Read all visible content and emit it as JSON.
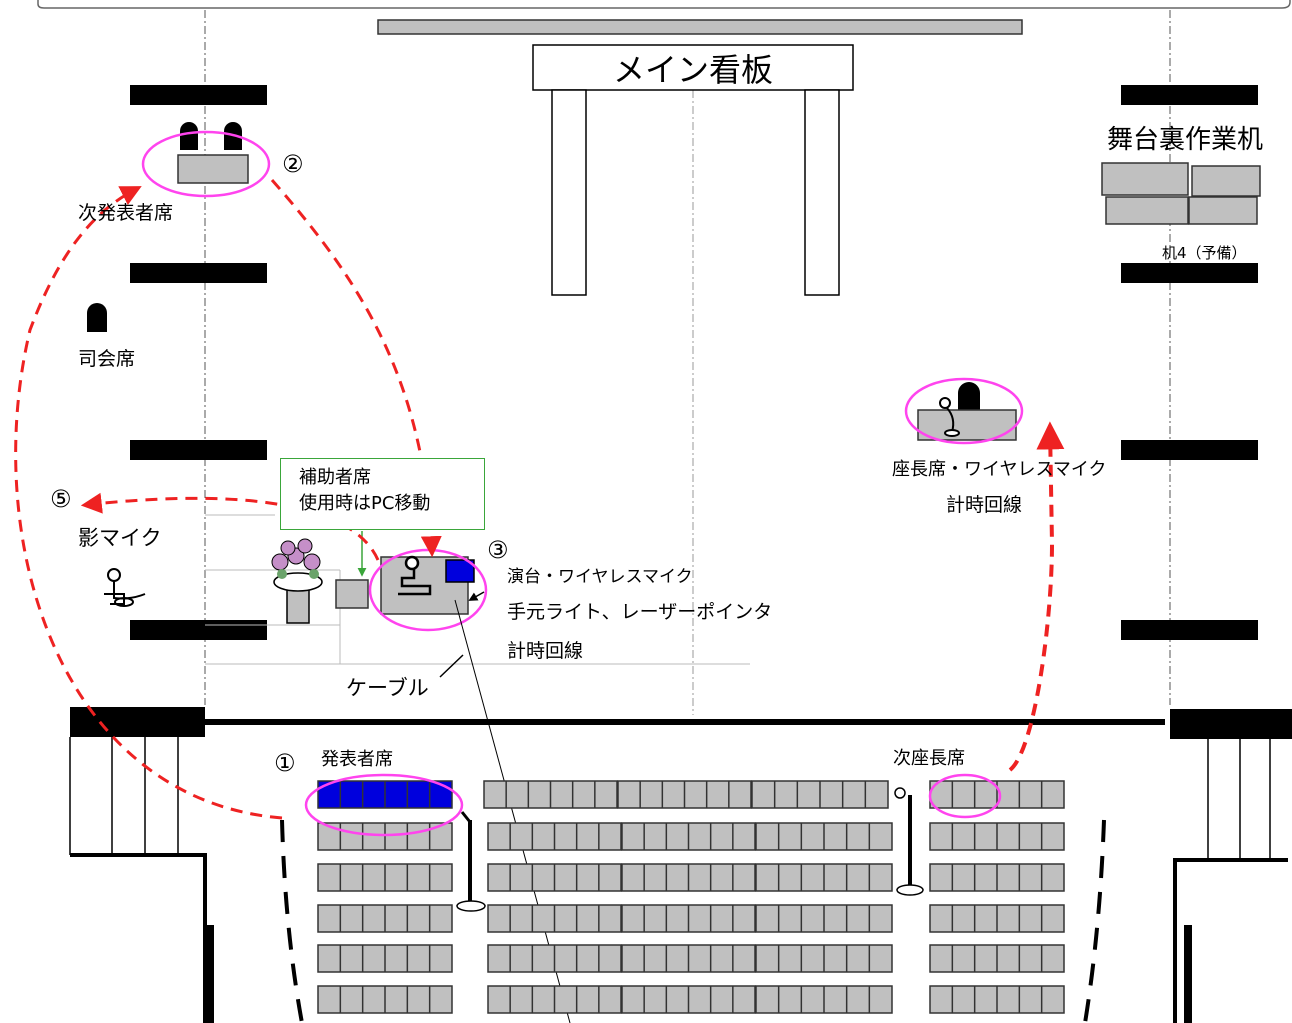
{
  "main_sign": "メイン看板",
  "backstage_desk": "舞台裏作業机",
  "desk_spare": "机4（予備）",
  "next_presenter_seat": "次発表者席",
  "mc_seat": "司会席",
  "shadow_mic": "影マイク",
  "assistant_seat": {
    "line1": "補助者席",
    "line2": "使用時はPC移動"
  },
  "podium": {
    "line1": "演台・ワイヤレスマイク",
    "line2": "手元ライト、レーザーポインタ",
    "line3": "計時回線"
  },
  "cable": "ケーブル",
  "chair_seat": {
    "line1": "座長席・ワイヤレスマイク",
    "line2": "計時回線"
  },
  "presenter_seat": "発表者席",
  "next_chair_seat": "次座長席",
  "markers": {
    "m1": "①",
    "m2": "②",
    "m3": "③",
    "m5": "⑤"
  },
  "colors": {
    "highlight": "#ff44ee",
    "route": "#ee2222",
    "callout_border": "#3aa63a",
    "presenter_seats": "#0000dd",
    "seat_fill": "#c0c0c0"
  }
}
